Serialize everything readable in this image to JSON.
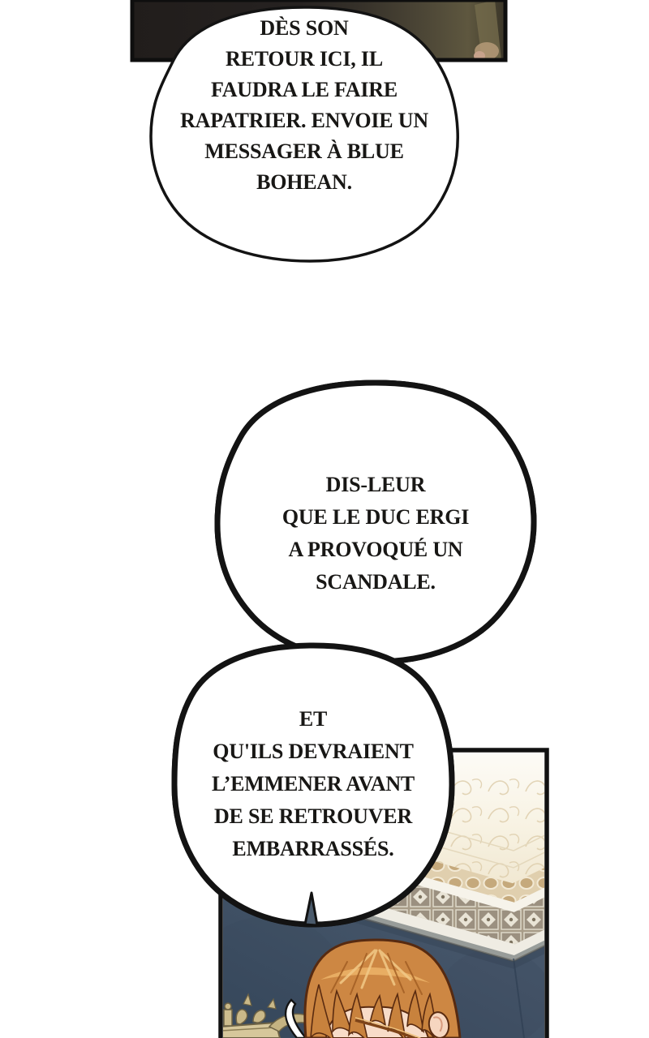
{
  "page": {
    "kind": "comic-page",
    "background": "#ffffff"
  },
  "bubbles": [
    {
      "id": "speech-bubble-1",
      "lines": [
        "DÈS SON",
        "RETOUR ICI, IL",
        "FAUDRA LE FAIRE",
        "RAPATRIER. ENVOIE UN",
        "MESSAGER À BLUE",
        "BOHEAN."
      ]
    },
    {
      "id": "speech-bubble-2",
      "lines": [
        "DIS-LEUR",
        "QUE LE DUC ERGI",
        "A PROVOQUÉ UN",
        "SCANDALE."
      ]
    },
    {
      "id": "speech-bubble-3",
      "lines": [
        "ET",
        "QU'ILS DEVRAIENT",
        "L’EMMENER AVANT",
        "DE SE RETROUVER",
        "EMBARRASSÉS."
      ]
    }
  ],
  "artwork": {
    "outline_black": "#121212",
    "top_panel_dark": "#242020",
    "top_panel_olive": "#5e573f",
    "wall_blue": "#46566a",
    "ceiling_ivory": "#f8f4e9",
    "molding_bead_tan": "#c5a97c",
    "molding_taupe": "#9b9080",
    "hair_orange": "#cd8743",
    "hair_highlight": "#f0c27f",
    "skin": "#f8dcc8",
    "gold_ornament": "#cdbd8e"
  }
}
